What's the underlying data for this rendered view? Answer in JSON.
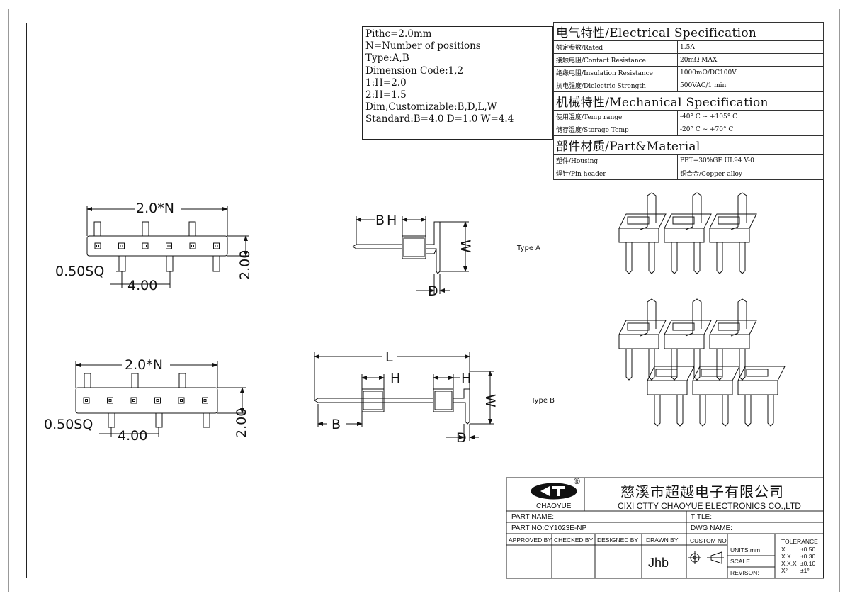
{
  "notes": {
    "lines": [
      "Pithc=2.0mm",
      "N=Number of positions",
      "Type:A,B",
      "Dimension Code:1,2",
      "1:H=2.0",
      "2:H=1.5",
      "Dim,Customizable:B,D,L,W",
      "Standard:B=4.0 D=1.0 W=4.4"
    ]
  },
  "spec": {
    "electrical_title": "电气特性/Electrical Specification",
    "electrical": [
      {
        "name": "额定参数/Rated",
        "value": "1.5A"
      },
      {
        "name": "接触电阻/Contact Resistance",
        "value": "20mΩ MAX"
      },
      {
        "name": "绝缘电阻/Insulation Resistance",
        "value": "1000mΩ/DC100V"
      },
      {
        "name": "抗电强度/Dielectric Strength",
        "value": "500VAC/1 min"
      }
    ],
    "mechanical_title": "机械特性/Mechanical Specification",
    "mechanical": [
      {
        "name": "使用温度/Temp range",
        "value": "-40° C ~ +105° C"
      },
      {
        "name": "储存温度/Storage Temp",
        "value": "-20° C ~ +70° C"
      }
    ],
    "material_title": "部件材质/Part&Material",
    "material": [
      {
        "name": "塑件/Housing",
        "value": "PBT+30%GF  UL94  V-0"
      },
      {
        "name": "焊针/Pin header",
        "value": "铜合金/Copper alloy"
      }
    ]
  },
  "dims": {
    "pitch_n": "2.0*N",
    "sq": "0.50SQ",
    "pitch": "4.00",
    "height": "2.00",
    "b": "B",
    "h": "H",
    "w": "W",
    "d": "D",
    "l": "L"
  },
  "types": {
    "a": "Type A",
    "b": "Type B"
  },
  "titleblock": {
    "logo_text": "CHAOYUE",
    "registered": "®",
    "company_cn": "慈溪市超越电子有限公司",
    "company_en": "CIXI CTTY CHAOYUE ELECTRONICS CO.,LTD",
    "part_name": "PART NAME:",
    "title": "TITLE:",
    "part_no": "PART NO:CY1023E-NP",
    "dwg_name": "DWG NAME:",
    "approved_by": "APPROVED BY",
    "checked_by": "CHECKED BY",
    "designed_by": "DESIGNED BY",
    "drawn_by": "DRAWN BY",
    "drawn_name": "Jhb",
    "custom_no": "CUSTOM NO:",
    "units": "UNITS:mm",
    "scale": "SCALE",
    "revision": "REVISON:",
    "tolerance_title": "TOLERANCE",
    "tolerances": [
      {
        "k": "X.",
        "v": "±0.50"
      },
      {
        "k": "X.X",
        "v": "±0.30"
      },
      {
        "k": "X.X.X",
        "v": "±0.10"
      },
      {
        "k": "X°",
        "v": "±1°"
      }
    ]
  }
}
